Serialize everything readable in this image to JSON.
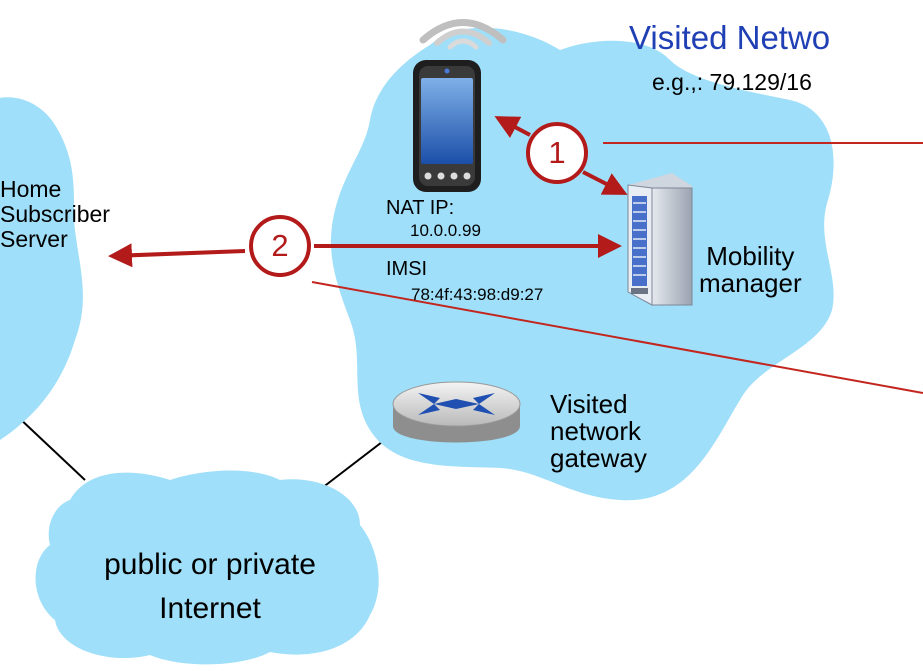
{
  "visited_network": {
    "title": "Visited Netwo",
    "prefix": "e.g.,: 79.129/16"
  },
  "home_subscriber_server": {
    "line1": "Home",
    "line2": "Subscriber",
    "line3": "Server"
  },
  "mobile_device": {
    "nat_ip_label": "NAT IP:",
    "nat_ip_value": "10.0.0.99",
    "imsi_label": "IMSI",
    "imsi_value": "78:4f:43:98:d9:27"
  },
  "mobility_manager": {
    "line1": "Mobility",
    "line2": "manager"
  },
  "gateway": {
    "line1": "Visited",
    "line2": "network",
    "line3": "gateway"
  },
  "internet": {
    "line1": "public or  private",
    "line2": "Internet"
  },
  "steps": [
    "1",
    "2"
  ],
  "colors": {
    "cloud": "#9fdff9",
    "arrow": "#b31a1a",
    "title": "#1f3fb5"
  }
}
